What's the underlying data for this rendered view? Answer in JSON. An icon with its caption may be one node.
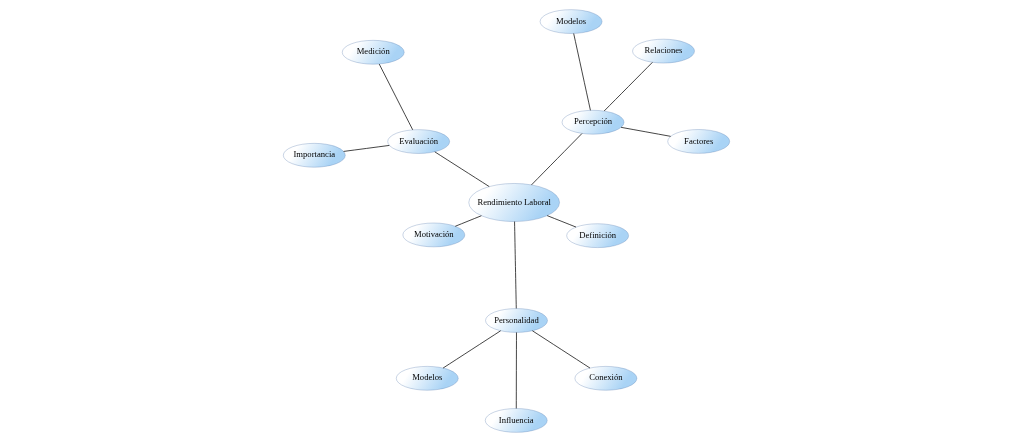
{
  "diagram": {
    "nodes": [
      {
        "text": [
          "Rendimiento Laboral"
        ]
      },
      {
        "text": [
          "Definición"
        ]
      },
      {
        "text": [
          "Importancia"
        ]
      },
      {
        "text": [
          "Evaluación"
        ]
      },
      {
        "text": [
          "Medición"
        ]
      },
      {
        "text": [
          "Motivación"
        ]
      },
      {
        "text": [
          "Modelos"
        ]
      },
      {
        "text": [
          "Personalidad"
        ]
      },
      {
        "text": [
          "Influencia"
        ]
      },
      {
        "text": [
          "Conexión"
        ]
      },
      {
        "text": [
          "Percepción"
        ]
      },
      {
        "text": [
          "Modelos"
        ]
      },
      {
        "text": [
          "Factores"
        ]
      },
      {
        "text": [
          "Relaciones"
        ]
      }
    ],
    "edges": [
      {
        "from": 0,
        "to": 1,
        "arrow": "none"
      },
      {
        "from": 0,
        "to": 3,
        "arrow": "none"
      },
      {
        "from": 3,
        "to": 2,
        "arrow": "none"
      },
      {
        "from": 3,
        "to": 4,
        "arrow": "none"
      },
      {
        "from": 0,
        "to": 5,
        "arrow": "none"
      },
      {
        "from": 0,
        "to": 7,
        "arrow": "none"
      },
      {
        "from": 7,
        "to": 6,
        "arrow": "none"
      },
      {
        "from": 7,
        "to": 8,
        "arrow": "none"
      },
      {
        "from": 7,
        "to": 9,
        "arrow": "none"
      },
      {
        "from": 0,
        "to": 10,
        "arrow": "none"
      },
      {
        "from": 10,
        "to": 11,
        "arrow": "none"
      },
      {
        "from": 10,
        "to": 12,
        "arrow": "none"
      },
      {
        "from": 10,
        "to": 13,
        "arrow": "none"
      }
    ]
  }
}
